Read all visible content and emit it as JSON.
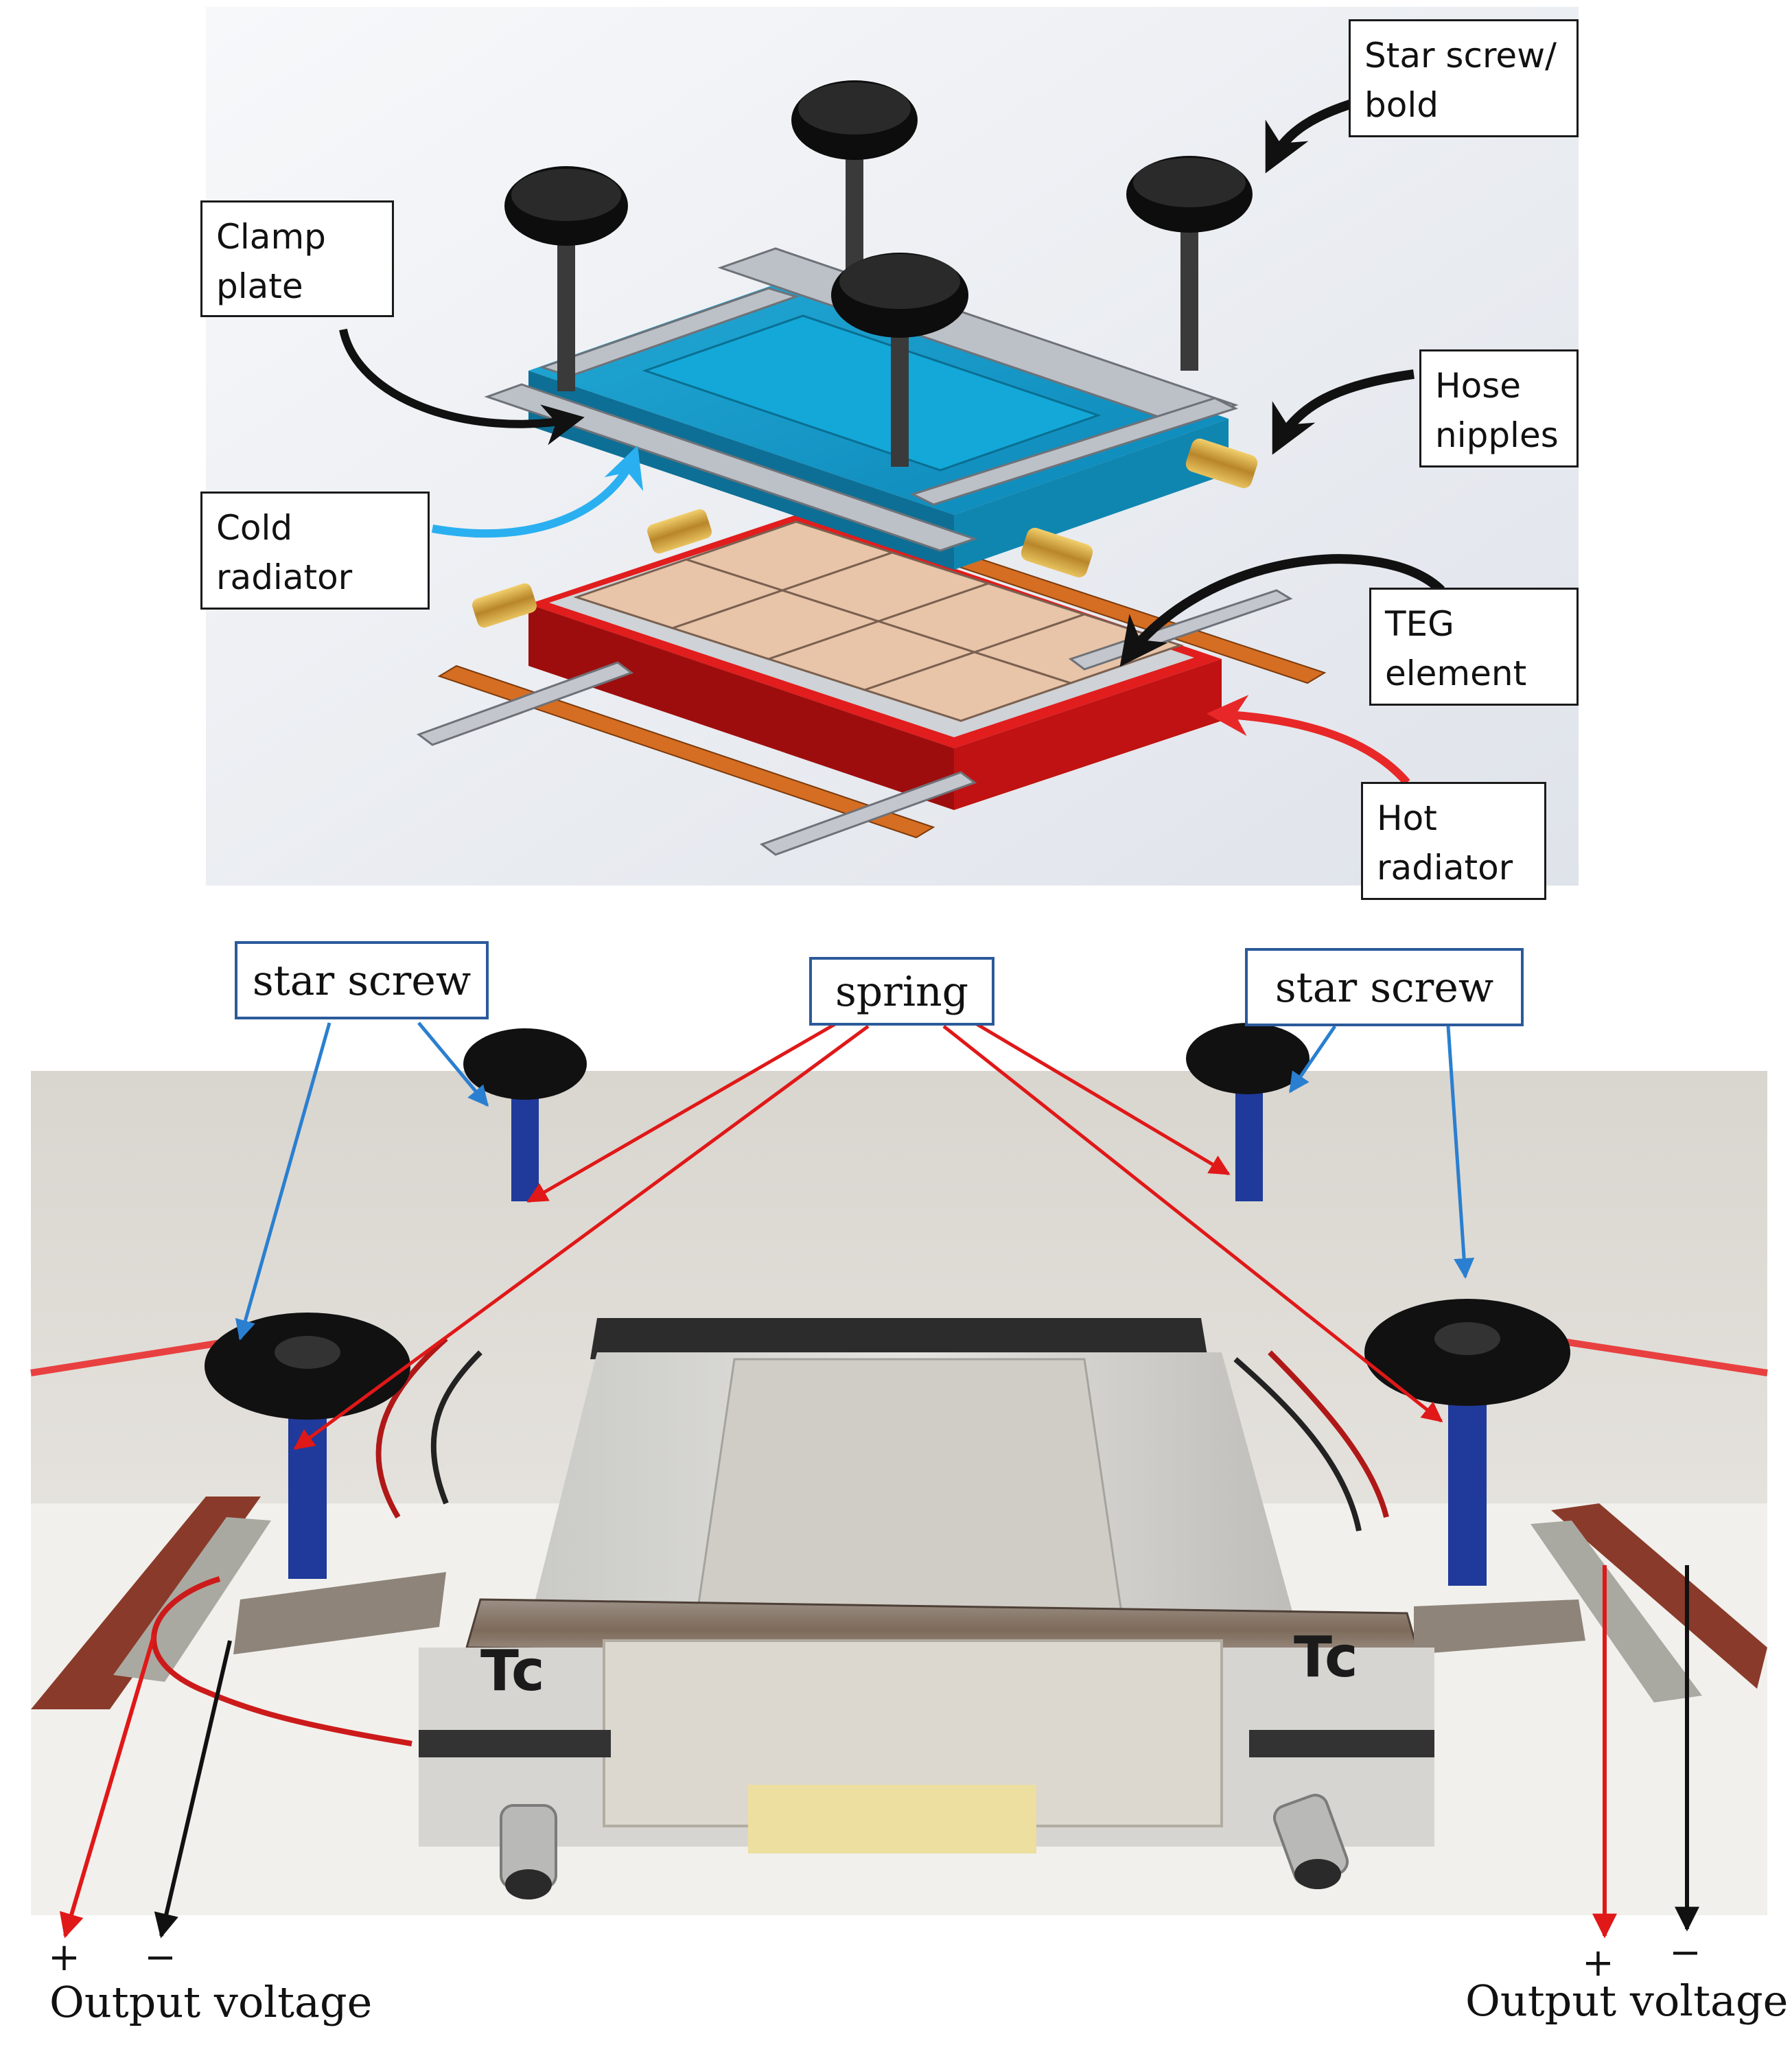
{
  "cad_callouts": {
    "star_screw": [
      "Star screw/",
      "bold"
    ],
    "clamp_plate": [
      "Clamp",
      "plate"
    ],
    "hose_nipples": [
      "Hose",
      "nipples"
    ],
    "cold_radiator": [
      "Cold",
      "radiator"
    ],
    "teg_element": [
      "TEG",
      "element"
    ],
    "hot_radiator": [
      "Hot",
      "radiator"
    ]
  },
  "photo_labels": {
    "star_screw_left": "star screw",
    "spring": "spring",
    "star_screw_right": "star screw",
    "tc_left": "Tc",
    "tc_right": "Tc",
    "plus_left": "+",
    "minus_left": "−",
    "output_left": "Output voltage",
    "plus_right": "+",
    "minus_right": "−",
    "output_right": "Output voltage"
  },
  "colors": {
    "cold_radiator": "#1e9cc8",
    "hot_radiator": "#d81a1a",
    "teg_tile": "#e6c2a6",
    "copper_strip": "#d06a1e",
    "clamp_metal": "#b9bcc2",
    "knob": "#0d0d0d",
    "spring": "#1f3a9a",
    "pointer_blue": "#2a7fd0",
    "pointer_red": "#e01818",
    "pointer_black": "#111111"
  }
}
